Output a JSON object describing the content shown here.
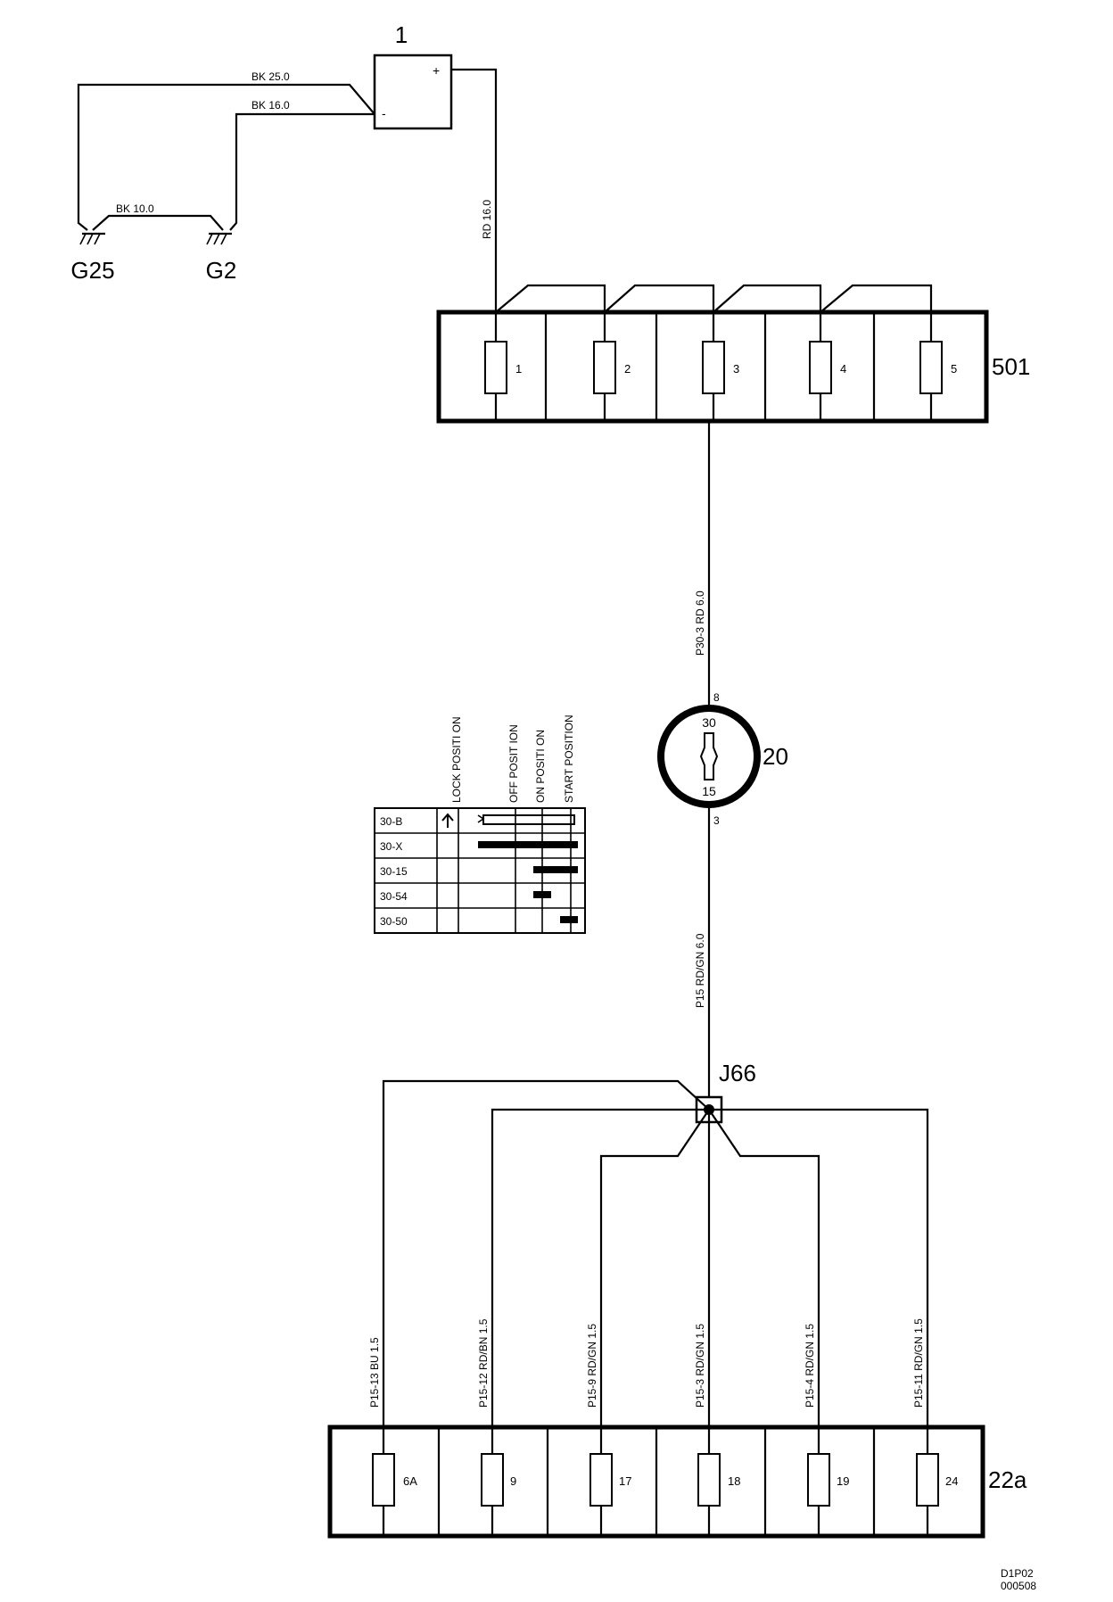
{
  "components": {
    "battery": {
      "id": "1",
      "plus": "+",
      "minus": "-"
    },
    "grounds": [
      {
        "id": "G25"
      },
      {
        "id": "G2"
      }
    ],
    "fuse_box_top": {
      "id": "501",
      "fuses": [
        "1",
        "2",
        "3",
        "4",
        "5"
      ]
    },
    "ignition_switch": {
      "id": "20",
      "pin_in": "30",
      "pin_out": "15",
      "terminal_in": "8",
      "terminal_out": "3"
    },
    "junction": {
      "id": "J66"
    },
    "fuse_box_bottom": {
      "id": "22a",
      "fuses": [
        "6A",
        "9",
        "17",
        "18",
        "19",
        "24"
      ]
    }
  },
  "wires": {
    "bk_25": "BK   25.0",
    "bk_16": "BK   16.0",
    "bk_10": "BK   10.0",
    "rd_16": "RD   16.0",
    "p30_3": "P30-3   RD   6.0",
    "p15": "P15   RD/GN   6.0",
    "branches": [
      "P15-13   BU   1.5",
      "P15-12   RD/BN   1.5",
      "P15-9   RD/GN   1.5",
      "P15-3   RD/GN   1.5",
      "P15-4   RD/GN   1.5",
      "P15-11   RD/GN   1.5"
    ]
  },
  "switch_table": {
    "headers": [
      "LOCK POSITI ON",
      "OFF POSIT ION",
      "ON POSITI ON",
      "START POSITION"
    ],
    "rows": [
      "30-B",
      "30-X",
      "30-15",
      "30-54",
      "30-50"
    ]
  },
  "footer": {
    "code1": "D1P02",
    "code2": "000508"
  }
}
